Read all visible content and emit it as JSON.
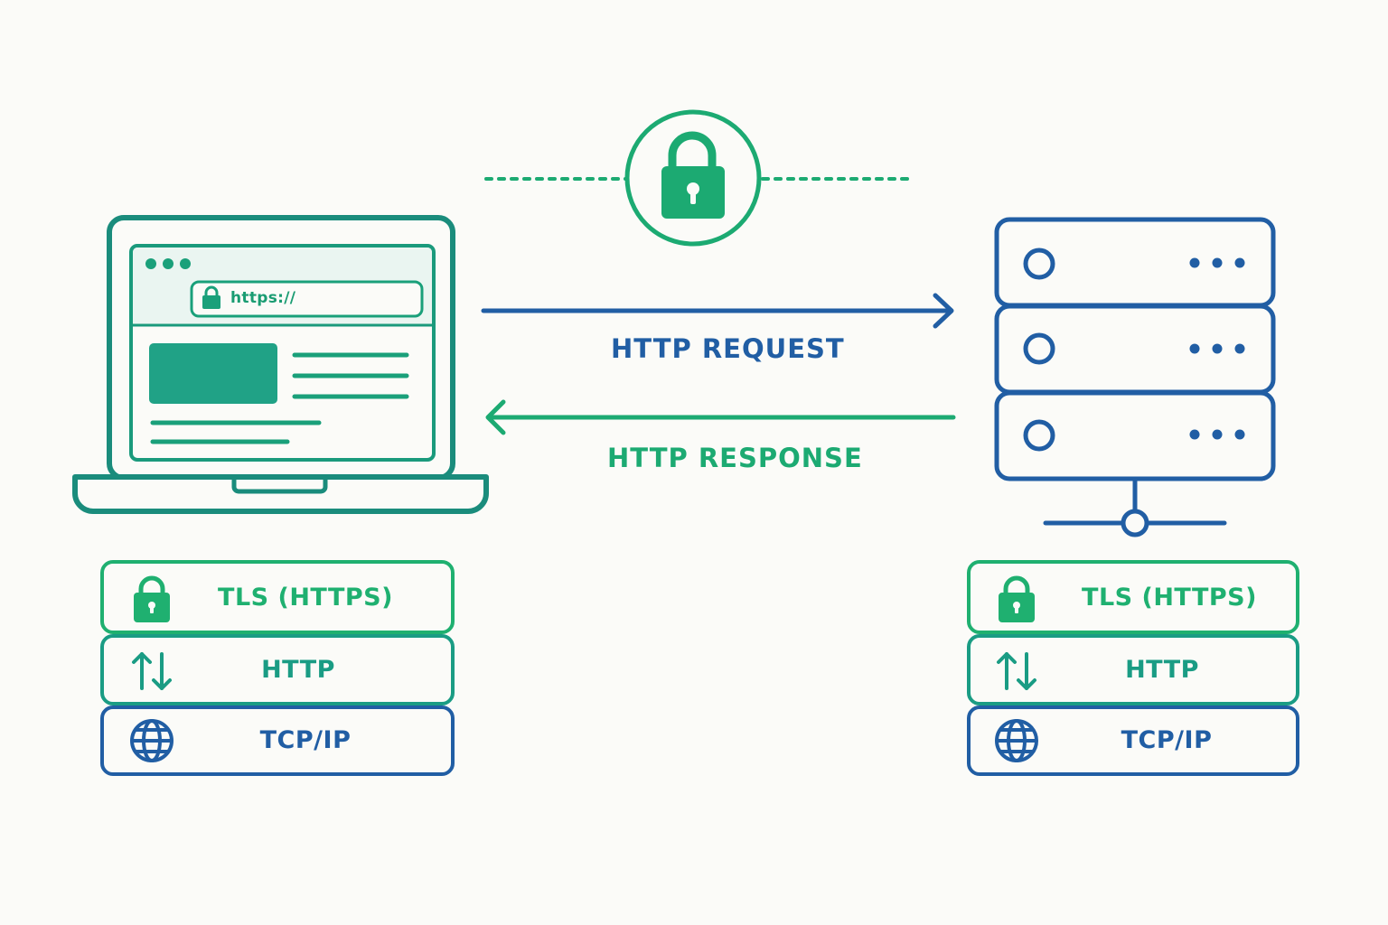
{
  "colors": {
    "green": "#1caa72",
    "teal": "#1a8c7c",
    "blue": "#215ea4",
    "background": "#fbfbf8"
  },
  "secure_channel": {
    "icon": "padlock-icon"
  },
  "client": {
    "device": "laptop",
    "browser_url": "https://"
  },
  "server": {
    "device": "server-rack",
    "units": 3
  },
  "messages": {
    "request": "HTTP REQUEST",
    "response": "HTTP RESPONSE"
  },
  "client_stack": [
    {
      "label": "TLS (HTTPS)",
      "icon": "padlock-icon"
    },
    {
      "label": "HTTP",
      "icon": "up-down-arrows-icon"
    },
    {
      "label": "TCP/IP",
      "icon": "globe-icon"
    }
  ],
  "server_stack": [
    {
      "label": "TLS (HTTPS)",
      "icon": "padlock-icon"
    },
    {
      "label": "HTTP",
      "icon": "up-down-arrows-icon"
    },
    {
      "label": "TCP/IP",
      "icon": "globe-icon"
    }
  ]
}
